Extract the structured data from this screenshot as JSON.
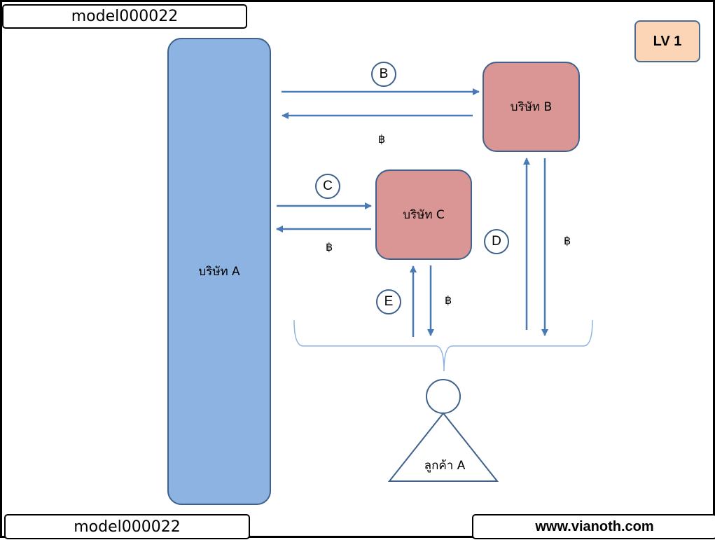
{
  "header": {
    "model_label": "model000022"
  },
  "footer": {
    "model_label": "model000022",
    "website": "www.vianoth.com"
  },
  "level_badge": "LV 1",
  "companies": {
    "a": "บริษัท A",
    "b": "บริษัท B",
    "c": "บริษัท C"
  },
  "customer": "ลูกค้า A",
  "flows": {
    "b": "B",
    "c": "C",
    "d": "D",
    "e": "E"
  },
  "currency_symbol": "฿",
  "colors": {
    "company_a_fill": "#8db3e2",
    "company_b_c_fill": "#d99694",
    "level_fill": "#fbd5b5",
    "arrow": "#4a7ab5",
    "outline": "#3f618b"
  }
}
